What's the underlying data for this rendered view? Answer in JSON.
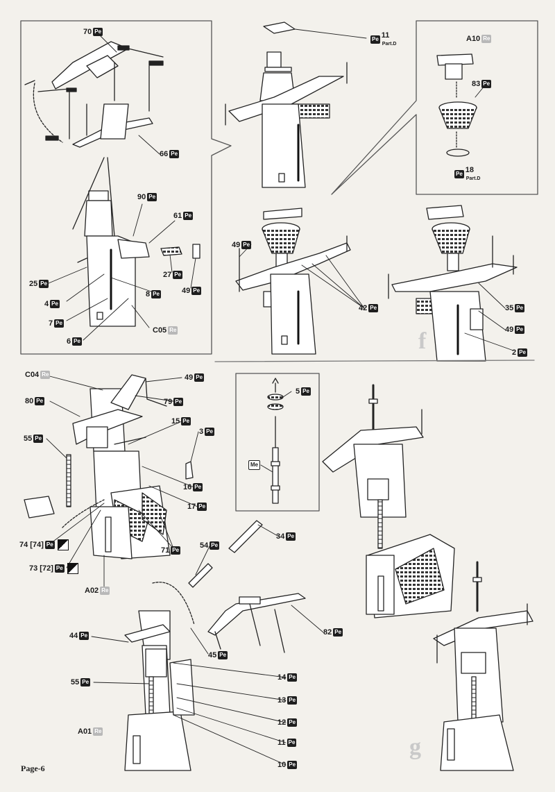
{
  "page": {
    "number": "Page-6"
  },
  "steps": {
    "f": "f",
    "g": "g"
  },
  "callouts": {
    "c70": {
      "num": "70",
      "type": "Pe"
    },
    "c66": {
      "num": "66",
      "type": "Pe"
    },
    "c90": {
      "num": "90",
      "type": "Pe"
    },
    "c61": {
      "num": "61",
      "type": "Pe"
    },
    "c25": {
      "num": "25",
      "type": "Pe"
    },
    "c27": {
      "num": "27",
      "type": "Pe"
    },
    "c49a": {
      "num": "49",
      "type": "Pe"
    },
    "c4": {
      "num": "4",
      "type": "Pe"
    },
    "c8": {
      "num": "8",
      "type": "Pe"
    },
    "c7": {
      "num": "7",
      "type": "Pe"
    },
    "c6": {
      "num": "6",
      "type": "Pe"
    },
    "cC05": {
      "num": "C05",
      "type": "Re"
    },
    "c11d": {
      "num": "11",
      "type": "Pe",
      "sub": "Part.D"
    },
    "cA10": {
      "num": "A10",
      "type": "Re"
    },
    "c83": {
      "num": "83",
      "type": "Pe"
    },
    "c18d": {
      "num": "18",
      "type": "Pe",
      "sub": "Part.D"
    },
    "c49b": {
      "num": "49",
      "type": "Pe"
    },
    "c42": {
      "num": "42",
      "type": "Pe"
    },
    "c35": {
      "num": "35",
      "type": "Pe"
    },
    "c49c": {
      "num": "49",
      "type": "Pe"
    },
    "c2": {
      "num": "2",
      "type": "Pe"
    },
    "cC04": {
      "num": "C04",
      "type": "Re"
    },
    "c49d": {
      "num": "49",
      "type": "Pe"
    },
    "c80": {
      "num": "80",
      "type": "Pe"
    },
    "c79": {
      "num": "79",
      "type": "Pe"
    },
    "c15": {
      "num": "15",
      "type": "Pe"
    },
    "c3": {
      "num": "3",
      "type": "Pe"
    },
    "c55a": {
      "num": "55",
      "type": "Pe"
    },
    "c16": {
      "num": "16",
      "type": "Pe"
    },
    "c17": {
      "num": "17",
      "type": "Pe"
    },
    "c71": {
      "num": "71",
      "type": "Pe"
    },
    "c74": {
      "num": "74 [74]",
      "type": "Pe"
    },
    "c73": {
      "num": "73 [72]",
      "type": "Pe"
    },
    "cA02": {
      "num": "A02",
      "type": "Re"
    },
    "c5": {
      "num": "5",
      "type": "Pe"
    },
    "cMe": {
      "num": "",
      "type": "Me"
    },
    "c54": {
      "num": "54",
      "type": "Pe"
    },
    "c34": {
      "num": "34",
      "type": "Pe"
    },
    "c82": {
      "num": "82",
      "type": "Pe"
    },
    "c44": {
      "num": "44",
      "type": "Pe"
    },
    "c45": {
      "num": "45",
      "type": "Pe"
    },
    "c55b": {
      "num": "55",
      "type": "Pe"
    },
    "c14": {
      "num": "14",
      "type": "Pe"
    },
    "c13": {
      "num": "13",
      "type": "Pe"
    },
    "c12": {
      "num": "12",
      "type": "Pe"
    },
    "c11": {
      "num": "11",
      "type": "Pe"
    },
    "c10": {
      "num": "10",
      "type": "Pe"
    },
    "cA01": {
      "num": "A01",
      "type": "Re"
    }
  },
  "colors": {
    "ink": "#1b1b1b",
    "paper": "#f3f1ec",
    "resin_grey": "#b8b8b8",
    "step_grey": "#c9c9c9"
  }
}
